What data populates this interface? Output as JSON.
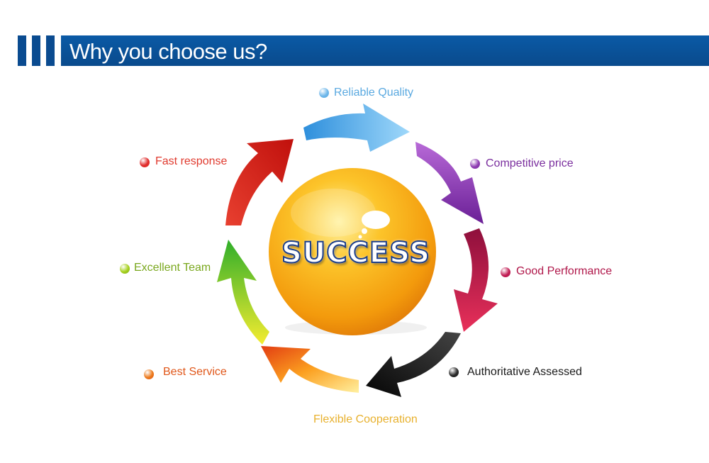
{
  "header": {
    "title": "Why you choose us?"
  },
  "center": {
    "label": "SUCCESS"
  },
  "items": [
    {
      "label": "Reliable Quality",
      "color": "#5aa9e0",
      "dot": "#6fb7ea"
    },
    {
      "label": "Competitive price",
      "color": "#7a2e9e",
      "dot": "#8e3cb2"
    },
    {
      "label": "Good Performance",
      "color": "#b0174a",
      "dot": "#c21e55"
    },
    {
      "label": "Authoritative Assessed",
      "color": "#1a1a1a",
      "dot": "#2a2a2a"
    },
    {
      "label": "Flexible Cooperation",
      "color": "#e8b12e",
      "dot": "#f0b830"
    },
    {
      "label": "Best Service",
      "color": "#e0571a",
      "dot": "#ec7a1c"
    },
    {
      "label": "Excellent Team",
      "color": "#7aa81e",
      "dot": "#a6d11c"
    },
    {
      "label": "Fast response",
      "color": "#e03a2e",
      "dot": "#e02a2a"
    }
  ]
}
